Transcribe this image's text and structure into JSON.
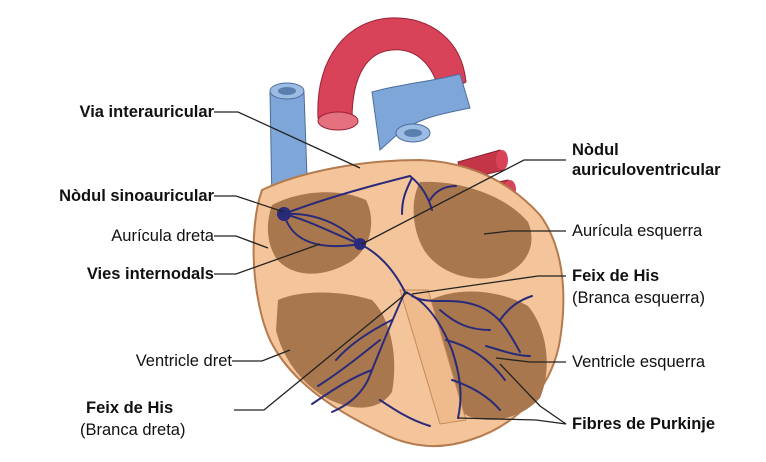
{
  "labels": {
    "via_interauricular": "Via interauricular",
    "nodul_sinoauricular": "Nòdul sinoauricular",
    "auricula_dreta": "Aurícula dreta",
    "vies_internodals": "Vies internodals",
    "ventricle_dret": "Ventricle dret",
    "feix_his_dreta_title": "Feix de His",
    "feix_his_dreta_sub": "(Branca dreta)",
    "nodul_av_line1": "Nòdul",
    "nodul_av_line2": "auriculoventricular",
    "auricula_esquerra": "Aurícula esquerra",
    "feix_his_esquerra_title": "Feix de His",
    "feix_his_esquerra_sub": "(Branca esquerra)",
    "ventricle_esquerra": "Ventricle esquerra",
    "fibres_purkinje": "Fibres de Purkinje"
  },
  "colors": {
    "aorta": "#d8435a",
    "vena_cava": "#7ea6d8",
    "myocardium": "#f4c49a",
    "chamber": "#a8774d",
    "conduction": "#2a2a7a",
    "leader": "#222222"
  }
}
